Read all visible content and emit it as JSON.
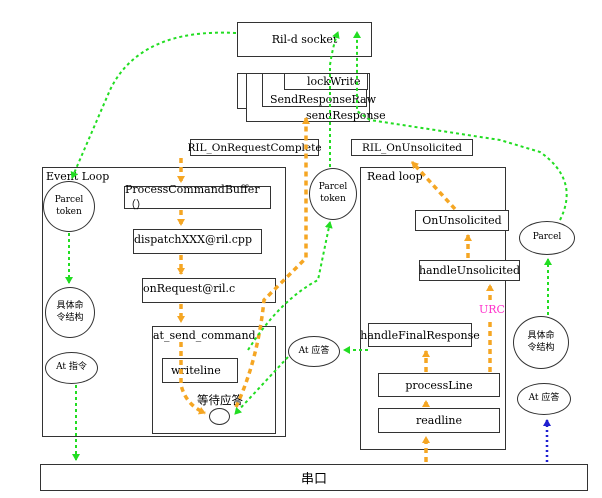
{
  "top": {
    "socket": "Ril-d socket",
    "lock_write": "lockWrite",
    "send_response_raw": "SendResponseRaw",
    "send_response": "sendResponse",
    "request_complete": "RIL_OnRequestComplete",
    "unsolicited": "RIL_OnUnsolicited"
  },
  "event_loop": {
    "title": "Event Loop",
    "parcel_token_line1": "Parcel",
    "parcel_token_line2": "token",
    "process_command_buffer": "ProcessCommandBuffer（）",
    "dispatch": "dispatchXXX@ril.cpp",
    "on_request": "onRequest@ril.c",
    "at_send_command": "at_send_command",
    "writeline": "writeline",
    "wait_response": "等待应答",
    "command_struct_line1": "具体命",
    "command_struct_line2": "令结构",
    "at_command": "At 指令"
  },
  "middle": {
    "parcel_token_line1": "Parcel",
    "parcel_token_line2": "token",
    "at_response": "At 应答"
  },
  "read_loop": {
    "title": "Read loop",
    "on_unsolicited": "OnUnsolicited",
    "handle_unsolicited": "handleUnsolicited",
    "urc": "URC",
    "handle_final_response": "handleFinalResponse",
    "process_line": "processLine",
    "readline": "readline",
    "parcel": "Parcel",
    "command_struct_line1": "具体命",
    "command_struct_line2": "令结构",
    "at_response": "At 应答"
  },
  "serial_port": "串口",
  "colors": {
    "orange_flow": "#f5a623",
    "green_flow": "#22dd22",
    "blue_flow": "#1f1fd0",
    "urc_text": "#ff33cc"
  }
}
